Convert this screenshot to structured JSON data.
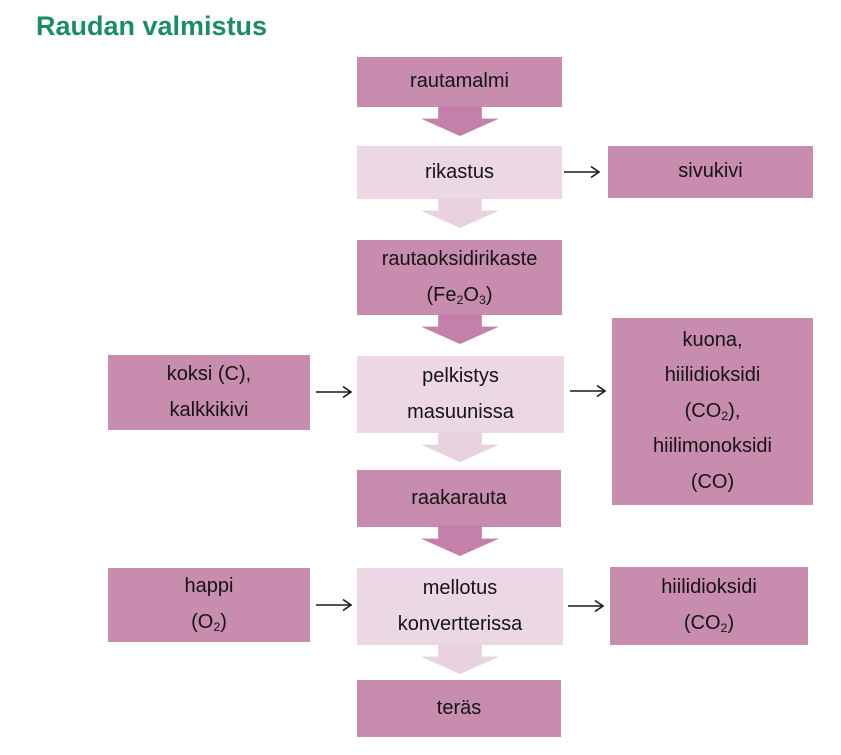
{
  "title": "Raudan valmistus",
  "colors": {
    "title_green": "#1e8a67",
    "box_dark": "#c78cae",
    "box_light": "#ecd7e4",
    "arrow_dark": "#c480a8",
    "arrow_light": "#e9d1df",
    "arrow_line": "#1a1a1a",
    "text": "#141414"
  },
  "boxes": {
    "rautamalmi": {
      "label": "rautamalmi"
    },
    "rikastus": {
      "label": "rikastus"
    },
    "sivukivi": {
      "label": "sivukivi"
    },
    "rautaoksidirikaste": {
      "line1": "rautaoksidirikaste",
      "f_pre": "(Fe",
      "f_sub1": "2",
      "f_mid": "O",
      "f_sub2": "3",
      "f_post": ")"
    },
    "koksi": {
      "line1": "koksi (C),",
      "line2": "kalkkikivi"
    },
    "pelkistys": {
      "line1": "pelkistys",
      "line2": "masuunissa"
    },
    "kuona": {
      "line1": "kuona,",
      "line2": "hiilidioksidi",
      "f1_pre": "(CO",
      "f1_sub": "2",
      "f1_post": "),",
      "line4": "hiilimonoksidi",
      "line5": "(CO)"
    },
    "raakarauta": {
      "label": "raakarauta"
    },
    "happi": {
      "line1": "happi",
      "f_pre": "(O",
      "f_sub": "2",
      "f_post": ")"
    },
    "mellotus": {
      "line1": "mellotus",
      "line2": "konvertterissa"
    },
    "hiilidioksidi": {
      "line1": "hiilidioksidi",
      "f_pre": "(CO",
      "f_sub": "2",
      "f_post": ")"
    },
    "teras": {
      "label": "teräs"
    }
  }
}
